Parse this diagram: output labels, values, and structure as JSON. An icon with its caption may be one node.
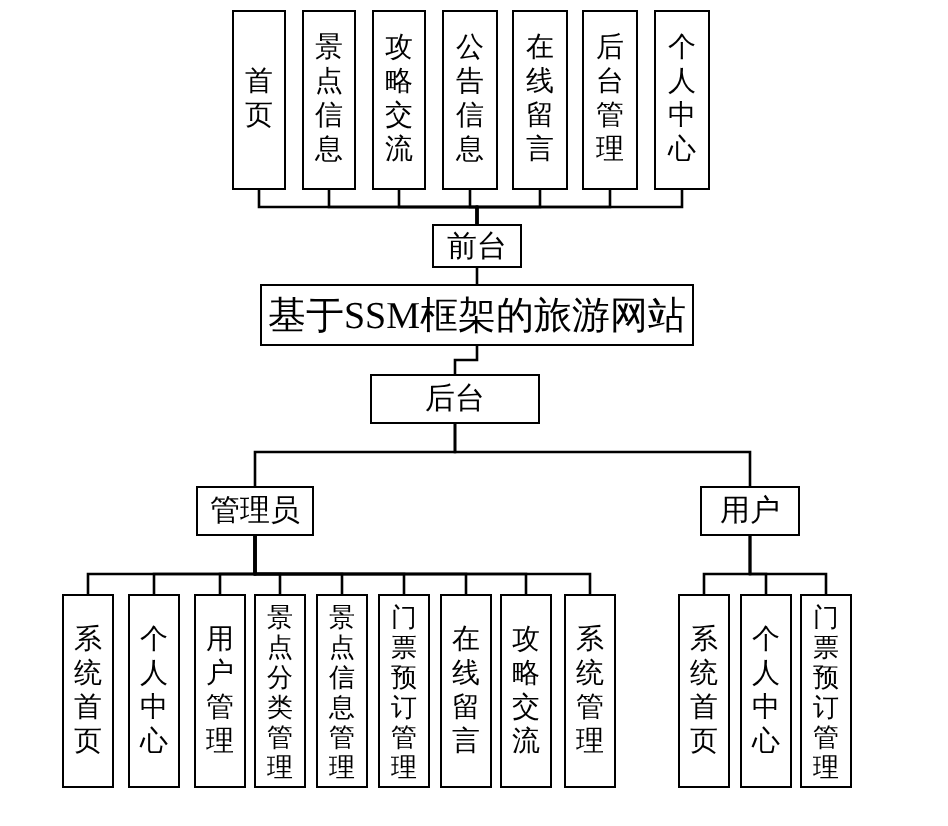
{
  "diagram": {
    "nodes": [
      {
        "text": [
          "首页"
        ]
      },
      {
        "text": [
          "景点信息"
        ]
      },
      {
        "text": [
          "攻略交流"
        ]
      },
      {
        "text": [
          "公告信息"
        ]
      },
      {
        "text": [
          "在线留言"
        ]
      },
      {
        "text": [
          "后台管理"
        ]
      },
      {
        "text": [
          "个人中心"
        ]
      },
      {
        "text": [
          "前台"
        ]
      },
      {
        "text": [
          "基于SSM框架的旅游网站"
        ]
      },
      {
        "text": [
          "后台"
        ]
      },
      {
        "text": [
          "管理员"
        ]
      },
      {
        "text": [
          "用户"
        ]
      },
      {
        "text": [
          "系统首页"
        ]
      },
      {
        "text": [
          "个人中心"
        ]
      },
      {
        "text": [
          "用户管理"
        ]
      },
      {
        "text": [
          "景点分类管理"
        ]
      },
      {
        "text": [
          "景点信息管理"
        ]
      },
      {
        "text": [
          "门票预订管理"
        ]
      },
      {
        "text": [
          "在线留言"
        ]
      },
      {
        "text": [
          "攻略交流"
        ]
      },
      {
        "text": [
          "系统管理"
        ]
      },
      {
        "text": [
          "系统首页"
        ]
      },
      {
        "text": [
          "个人中心"
        ]
      },
      {
        "text": [
          "门票预订管理"
        ]
      }
    ],
    "edges": [
      {
        "from": 7,
        "to": 0,
        "arrow": "none"
      },
      {
        "from": 7,
        "to": 1,
        "arrow": "none"
      },
      {
        "from": 7,
        "to": 2,
        "arrow": "none"
      },
      {
        "from": 7,
        "to": 3,
        "arrow": "none"
      },
      {
        "from": 7,
        "to": 4,
        "arrow": "none"
      },
      {
        "from": 7,
        "to": 5,
        "arrow": "none"
      },
      {
        "from": 7,
        "to": 6,
        "arrow": "none"
      },
      {
        "from": 8,
        "to": 7,
        "arrow": "none"
      },
      {
        "from": 8,
        "to": 9,
        "arrow": "none"
      },
      {
        "from": 9,
        "to": 10,
        "arrow": "none"
      },
      {
        "from": 9,
        "to": 11,
        "arrow": "none"
      },
      {
        "from": 10,
        "to": 12,
        "arrow": "none"
      },
      {
        "from": 10,
        "to": 13,
        "arrow": "none"
      },
      {
        "from": 10,
        "to": 14,
        "arrow": "none"
      },
      {
        "from": 10,
        "to": 15,
        "arrow": "none"
      },
      {
        "from": 10,
        "to": 16,
        "arrow": "none"
      },
      {
        "from": 10,
        "to": 17,
        "arrow": "none"
      },
      {
        "from": 10,
        "to": 18,
        "arrow": "none"
      },
      {
        "from": 10,
        "to": 19,
        "arrow": "none"
      },
      {
        "from": 10,
        "to": 20,
        "arrow": "none"
      },
      {
        "from": 11,
        "to": 21,
        "arrow": "none"
      },
      {
        "from": 11,
        "to": 22,
        "arrow": "none"
      },
      {
        "from": 11,
        "to": 23,
        "arrow": "none"
      }
    ]
  }
}
